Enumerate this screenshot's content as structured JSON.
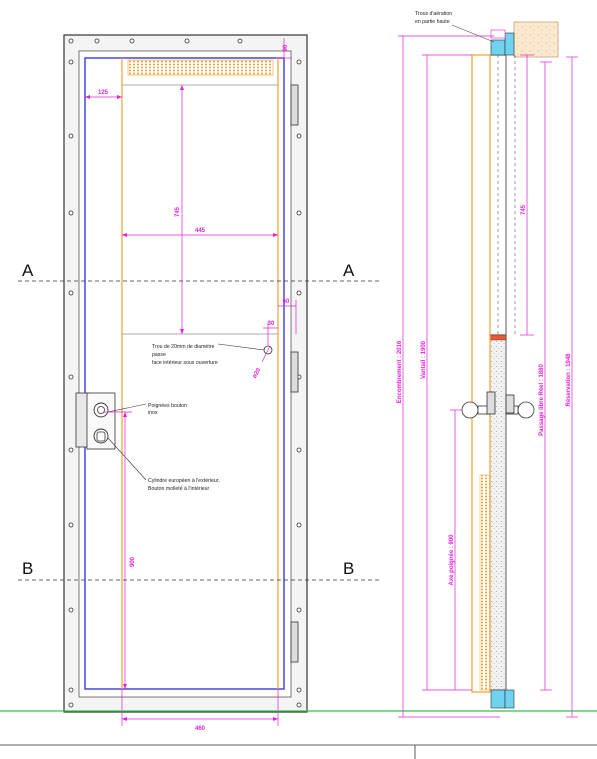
{
  "section_labels": {
    "a": "A",
    "b": "B"
  },
  "front_view": {
    "dims": {
      "top_right": "90",
      "left_margin": "125",
      "window_height": "745",
      "window_width": "445",
      "right_60": "60",
      "right_30": "30",
      "hole_dia": "ø20",
      "handle_height": "900",
      "bottom_width": "460"
    },
    "notes": {
      "hole_line1": "Trou de 20mm de diamètre",
      "hole_line2": "passe",
      "hole_line3": "face intérieur sous ouverture",
      "handle_line1": "Poignées bouton",
      "handle_line2": "inox",
      "cyl_line1": "Cylindre européen à l'extérieur,",
      "cyl_line2": "Bouton molleté à l'intérieur"
    }
  },
  "side_view": {
    "note_vent_line1": "Trous d'aération",
    "note_vent_line2": "en partie haute",
    "dims": {
      "encombrement": "Encombrement : 2016",
      "vantail": "Vantail : 1900",
      "axe": "Axe poignée : 900",
      "dim_745": "745",
      "passage": "Passage libre Réel : 1880",
      "reservation": "Réservation : 1948"
    }
  }
}
